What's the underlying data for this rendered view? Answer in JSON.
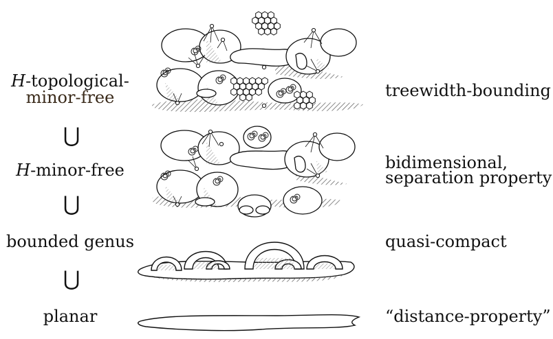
{
  "left_column": {
    "topological": {
      "var": "H",
      "rest_line1": "-topological-",
      "line2": "minor-free"
    },
    "minor_free": {
      "var": "H",
      "rest": "-minor-free"
    },
    "bounded_genus": "bounded genus",
    "planar": "planar",
    "subset_symbol": "⋃"
  },
  "right_column": {
    "treewidth": "treewidth-bounding",
    "bidimensional_line1": "bidimensional,",
    "bidimensional_line2": "separation property",
    "quasi_compact": "quasi-compact",
    "distance": "“distance-property”"
  },
  "colors": {
    "ink": "#111111",
    "shadow": "#7a7a7a",
    "surface": "#ffffff",
    "brown_text": "#3a2a1a"
  }
}
